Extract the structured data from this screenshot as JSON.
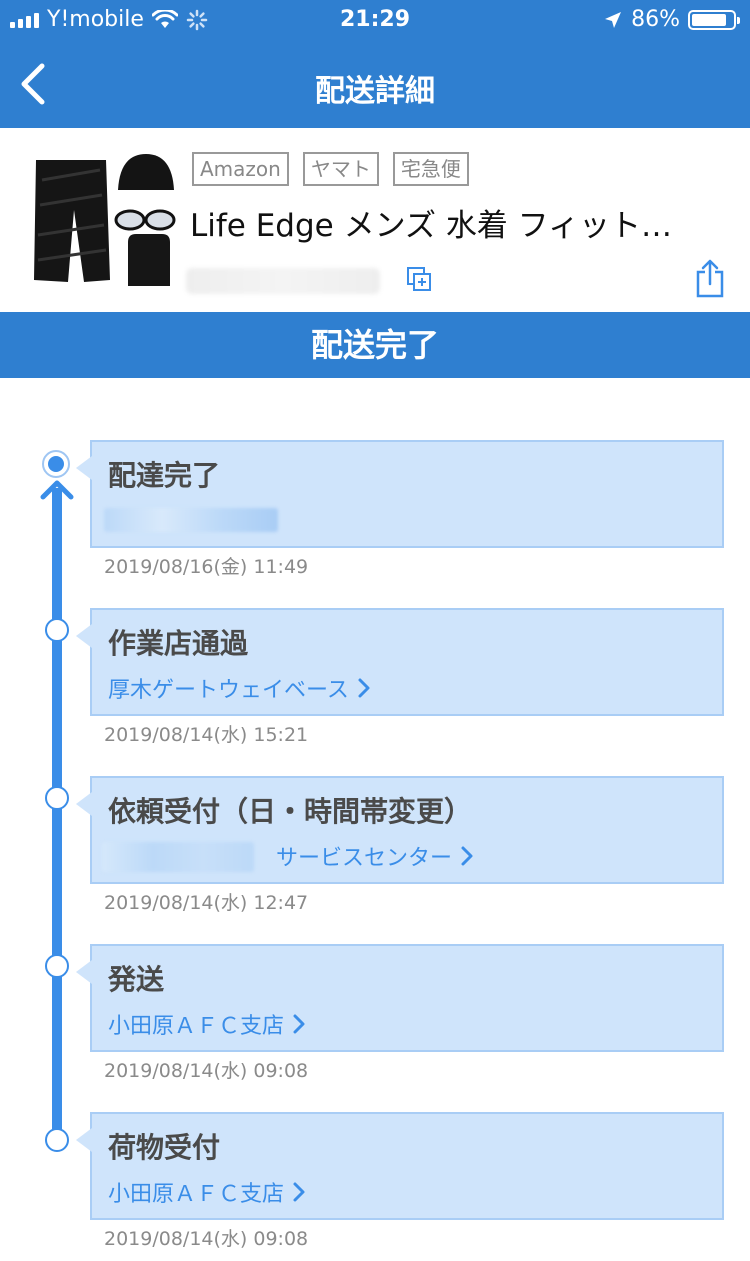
{
  "status_bar": {
    "carrier": "Y!mobile",
    "time": "21:29",
    "battery": "86%",
    "battery_level": 0.86
  },
  "nav": {
    "title": "配送詳細"
  },
  "product": {
    "tags": [
      "Amazon",
      "ヤマト",
      "宅急便"
    ],
    "title": "Life Edge メンズ 水着 フィット…"
  },
  "banner": {
    "label": "配送完了"
  },
  "timeline": [
    {
      "title": "配達完了",
      "location": "",
      "date": "2019/08/16(金) 11:49"
    },
    {
      "title": "作業店通過",
      "location": "厚木ゲートウェイベース",
      "date": "2019/08/14(水) 15:21"
    },
    {
      "title": "依頼受付（日・時間帯変更）",
      "location": "サービスセンター",
      "date": "2019/08/14(水) 12:47"
    },
    {
      "title": "発送",
      "location": "小田原ＡＦＣ支店",
      "date": "2019/08/14(水) 09:08"
    },
    {
      "title": "荷物受付",
      "location": "小田原ＡＦＣ支店",
      "date": "2019/08/14(水) 09:08"
    }
  ],
  "colors": {
    "primary": "#2f7fd0",
    "accent": "#3a8de8",
    "card_bg": "#cfe4fb"
  }
}
